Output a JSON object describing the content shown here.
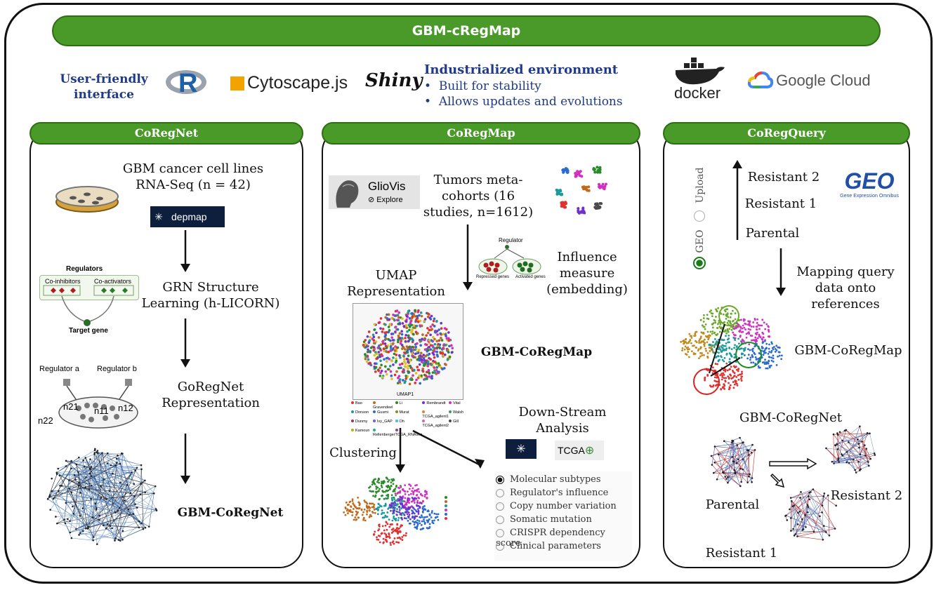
{
  "banner": {
    "title": "GBM-cRegMap"
  },
  "top": {
    "user_friendly": "User-friendly\ninterface",
    "r_logo": "R",
    "cytoscape": "Cytoscape.js",
    "shiny": "Shiny",
    "env_title": "Industrialized environment",
    "env_bullets": [
      "Built for stability",
      "Allows updates and evolutions"
    ],
    "docker": "docker",
    "google_cloud": "Google Cloud"
  },
  "coregnet": {
    "title": "CoRegNet",
    "cell_lines": "GBM cancer cell lines\nRNA-Seq (n = 42)",
    "depmap": "depmap",
    "regulators_heading": "Regulators",
    "co_inhibitors": "Co-inhibitors",
    "co_activators": "Co-activators",
    "target_gene": "Target gene",
    "grn": "GRN Structure\nLearning (h-LICORN)",
    "regulator_a": "Regulator a",
    "regulator_b": "Regulator b",
    "n21": "n21",
    "n11": "n11",
    "n12": "n12",
    "n22": "n22",
    "representation": "GoRegNet\nRepresentation",
    "result": "GBM-CoRegNet"
  },
  "coregmap": {
    "title": "CoRegMap",
    "gliovis": "GlioVis",
    "explore": "Explore",
    "tumors": "Tumors meta-\ncohorts (16\nstudies, n=1612)",
    "regulator": "Regulator",
    "repressed": "Repressed genes",
    "activated": "Activated genes",
    "influence": "Influence\nmeasure\n(embedding)",
    "umap_label": "UMAP\nRepresentation",
    "umap_axis": "UMAP1",
    "legend": [
      "Bao",
      "Gravendeel",
      "Li",
      "Rembrandt",
      "Vital",
      "Donson",
      "Gusmi",
      "Murat",
      "TCGA_agilent1",
      "Walsh",
      "Dunmy",
      "Ivy_GAP",
      "Oh",
      "TCGA_agilent2",
      "Gill",
      "Kamoun",
      "Rellenberger",
      "TCGA_RNAseq"
    ],
    "result": "GBM-CoRegMap",
    "downstream": "Down-Stream\nAnalysis",
    "tcga": "TCGA",
    "clustering": "Clustering",
    "options": [
      "Molecular subtypes",
      "Regulator's influence",
      "Copy number variation",
      "Somatic mutation",
      "CRISPR dependency score",
      "Clinical parameters"
    ],
    "selected_option": "Molecular subtypes"
  },
  "coregquery": {
    "title": "CoRegQuery",
    "upload": "Upload",
    "geo": "GEO",
    "resistant2": "Resistant 2",
    "resistant1": "Resistant 1",
    "parental": "Parental",
    "geo_logo": "GEO",
    "geo_sub": "Gene Expression Omnibus",
    "mapping": "Mapping query\ndata onto\nreferences",
    "coregmap": "GBM-CoRegMap",
    "coregnet": "GBM-CoRegNet",
    "net_parental": "Parental",
    "net_resistant2": "Resistant 2",
    "net_resistant1": "Resistant 1"
  }
}
